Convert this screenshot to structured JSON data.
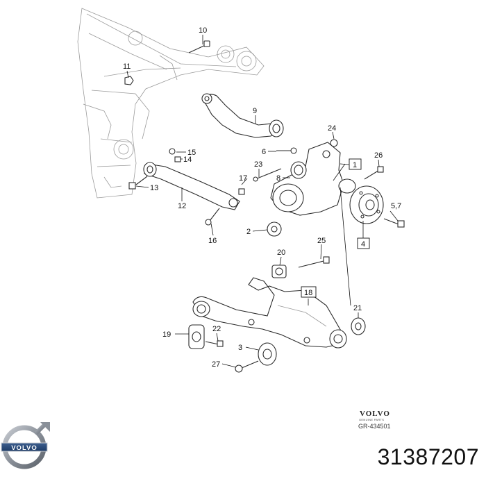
{
  "callouts": [
    "10",
    "11",
    "9",
    "24",
    "6",
    "15",
    "14",
    "23",
    "1",
    "26",
    "8",
    "17",
    "13",
    "12",
    "5,7",
    "4",
    "2",
    "16",
    "20",
    "25",
    "18",
    "21",
    "19",
    "22",
    "3",
    "27"
  ],
  "brand": {
    "logo_lettering": "VOLVO",
    "wordmark": "VOLVO",
    "tagline": "GENUINE PARTS",
    "drawing_code": "GR-434501"
  },
  "part_number": "31387207"
}
